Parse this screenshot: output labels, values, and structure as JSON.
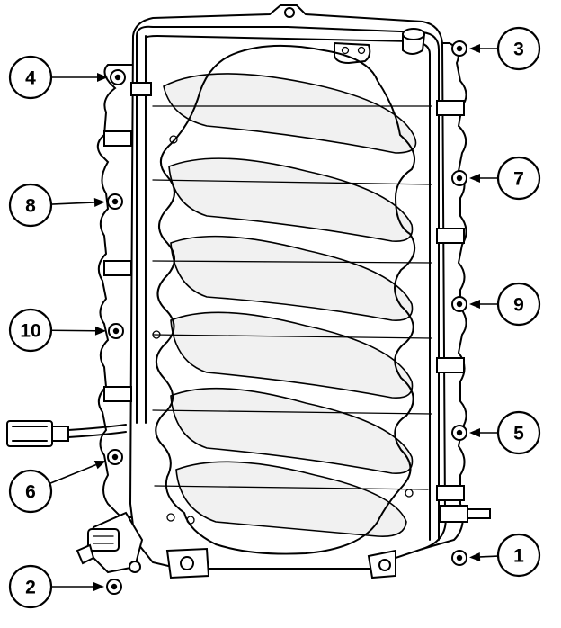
{
  "diagram": {
    "type": "intake manifold bolt tightening sequence",
    "callouts": [
      {
        "id": "callout-1",
        "label": "1"
      },
      {
        "id": "callout-2",
        "label": "2"
      },
      {
        "id": "callout-3",
        "label": "3"
      },
      {
        "id": "callout-4",
        "label": "4"
      },
      {
        "id": "callout-5",
        "label": "5"
      },
      {
        "id": "callout-6",
        "label": "6"
      },
      {
        "id": "callout-7",
        "label": "7"
      },
      {
        "id": "callout-8",
        "label": "8"
      },
      {
        "id": "callout-9",
        "label": "9"
      },
      {
        "id": "callout-10",
        "label": "10"
      }
    ]
  }
}
